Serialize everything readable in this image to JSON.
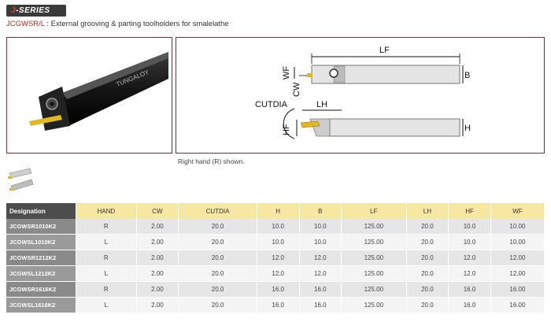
{
  "header": {
    "series_label": "J-SERIES",
    "series_prefix": "J",
    "series_rest": "-SERIES",
    "code": "JCGWSR/L",
    "description": " : External grooving & parting toolholders for smalelathe"
  },
  "photo": {
    "brand": "TUNGALOY"
  },
  "drawing": {
    "labels": {
      "lf": "LF",
      "wf": "WF",
      "cw": "CW",
      "b": "B",
      "cutdia": "CUTDIA",
      "lh": "LH",
      "hf": "HF",
      "h": "H"
    }
  },
  "caption": "Right hand (R) shown.",
  "table": {
    "columns": [
      "Designation",
      "HAND",
      "CW",
      "CUTDIA",
      "H",
      "B",
      "LF",
      "LH",
      "HF",
      "WF"
    ],
    "rows": [
      [
        "JCGWSR1010K2",
        "R",
        "2.00",
        "20.0",
        "10.0",
        "10.0",
        "125.00",
        "20.0",
        "10.0",
        "10.00"
      ],
      [
        "JCGWSL1010K2",
        "L",
        "2.00",
        "20.0",
        "10.0",
        "10.0",
        "125.00",
        "20.0",
        "10.0",
        "10.00"
      ],
      [
        "JCGWSR1212K2",
        "R",
        "2.00",
        "20.0",
        "12.0",
        "12.0",
        "125.00",
        "20.0",
        "12.0",
        "12.00"
      ],
      [
        "JCGWSL1212K2",
        "L",
        "2.00",
        "20.0",
        "12.0",
        "12.0",
        "125.00",
        "20.0",
        "12.0",
        "12.00"
      ],
      [
        "JCGWSR1616K2",
        "R",
        "2.00",
        "20.0",
        "16.0",
        "16.0",
        "125.00",
        "20.0",
        "16.0",
        "16.00"
      ],
      [
        "JCGWSL1616K2",
        "L",
        "2.00",
        "20.0",
        "16.0",
        "16.0",
        "125.00",
        "20.0",
        "16.0",
        "16.00"
      ]
    ]
  },
  "colors": {
    "accent_red": "#c0282a",
    "panel_border": "#8a2a33",
    "header_yellow": "#f6e7a3",
    "insert_gold": "#e0b820"
  }
}
